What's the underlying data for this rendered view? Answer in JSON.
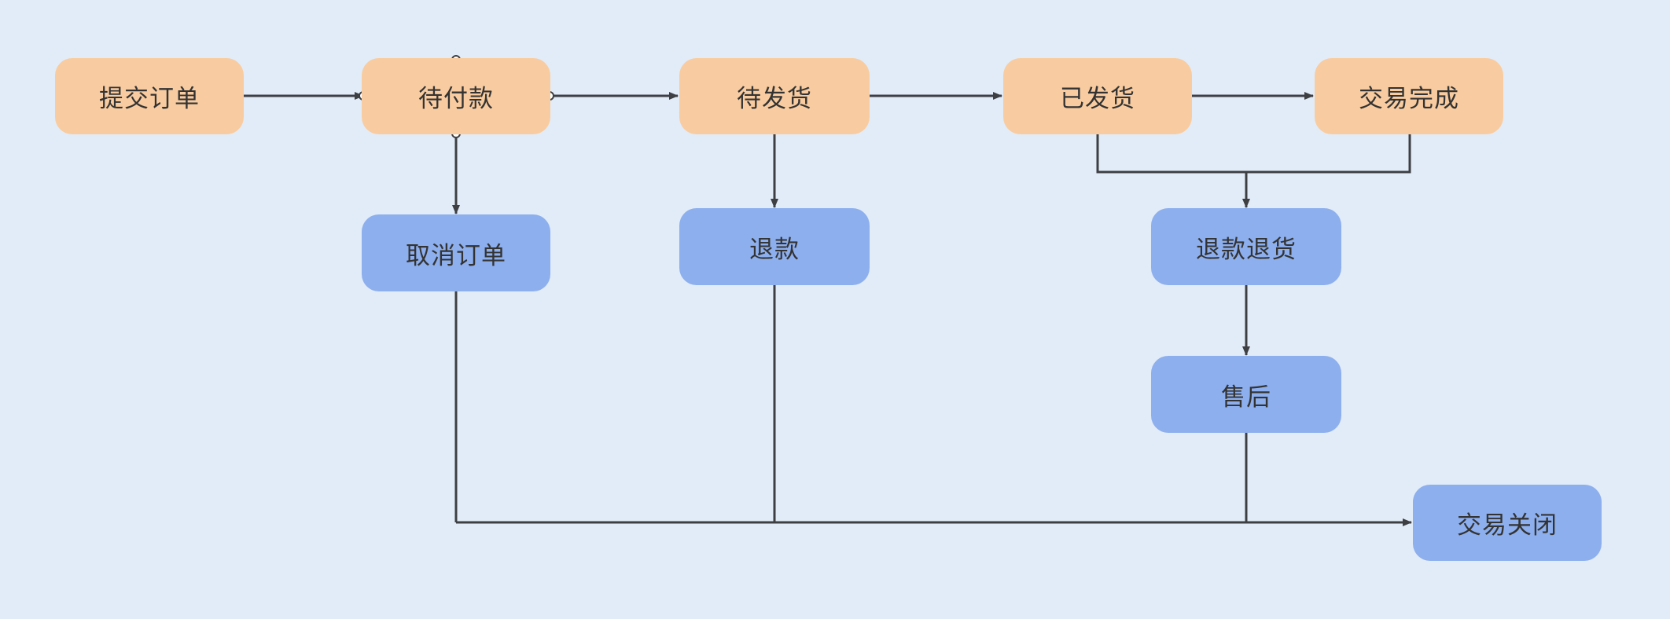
{
  "diagram": {
    "nodes": {
      "submit_order": "提交订单",
      "pending_payment": "待付款",
      "pending_shipment": "待发货",
      "shipped": "已发货",
      "trade_complete": "交易完成",
      "cancel_order": "取消订单",
      "refund": "退款",
      "refund_return": "退款退货",
      "after_sales": "售后",
      "trade_closed": "交易关闭"
    },
    "colors": {
      "background": "#e2ecf8",
      "state_node": "#f8cca0",
      "action_node": "#8dafed",
      "text": "#333333",
      "connector": "#3e3f43"
    }
  }
}
